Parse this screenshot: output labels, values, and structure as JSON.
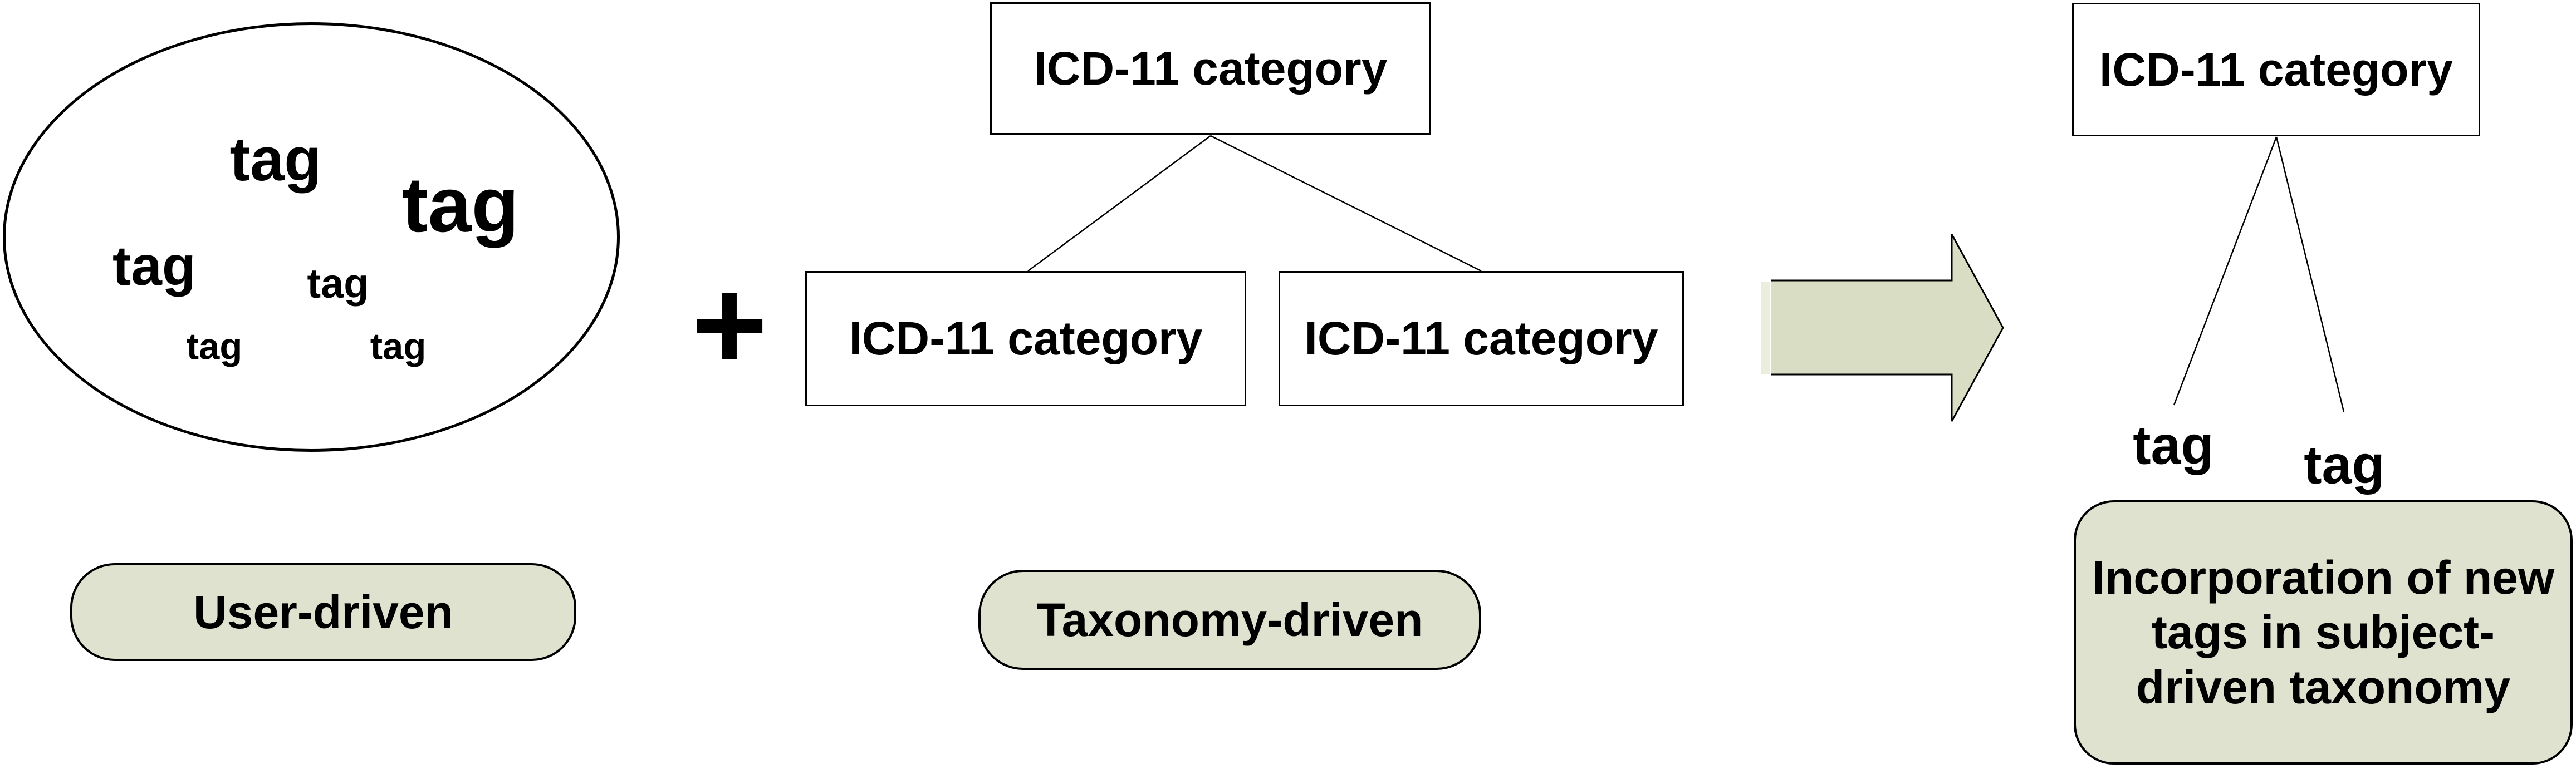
{
  "diagram": {
    "left": {
      "cloud_tags": [
        {
          "label": "tag"
        },
        {
          "label": "tag"
        },
        {
          "label": "tag"
        },
        {
          "label": "tag"
        },
        {
          "label": "tag"
        },
        {
          "label": "tag"
        }
      ],
      "caption": "User-driven"
    },
    "plus_sign": "+",
    "middle": {
      "root_label": "ICD-11 category",
      "children": [
        {
          "label": "ICD-11 category"
        },
        {
          "label": "ICD-11 category"
        }
      ],
      "caption": "Taxonomy-driven"
    },
    "right": {
      "root_label": "ICD-11 category",
      "tags": [
        {
          "label": "tag"
        },
        {
          "label": "tag"
        }
      ],
      "caption_lines": [
        "Incorporation of new",
        "tags in subject-",
        "driven taxonomy"
      ]
    },
    "colors": {
      "pill_fill": "#dee2cf",
      "arrow_fill": "#d8ddc3",
      "arrow_highlight": "#ebeedd",
      "outline": "#000000"
    }
  }
}
